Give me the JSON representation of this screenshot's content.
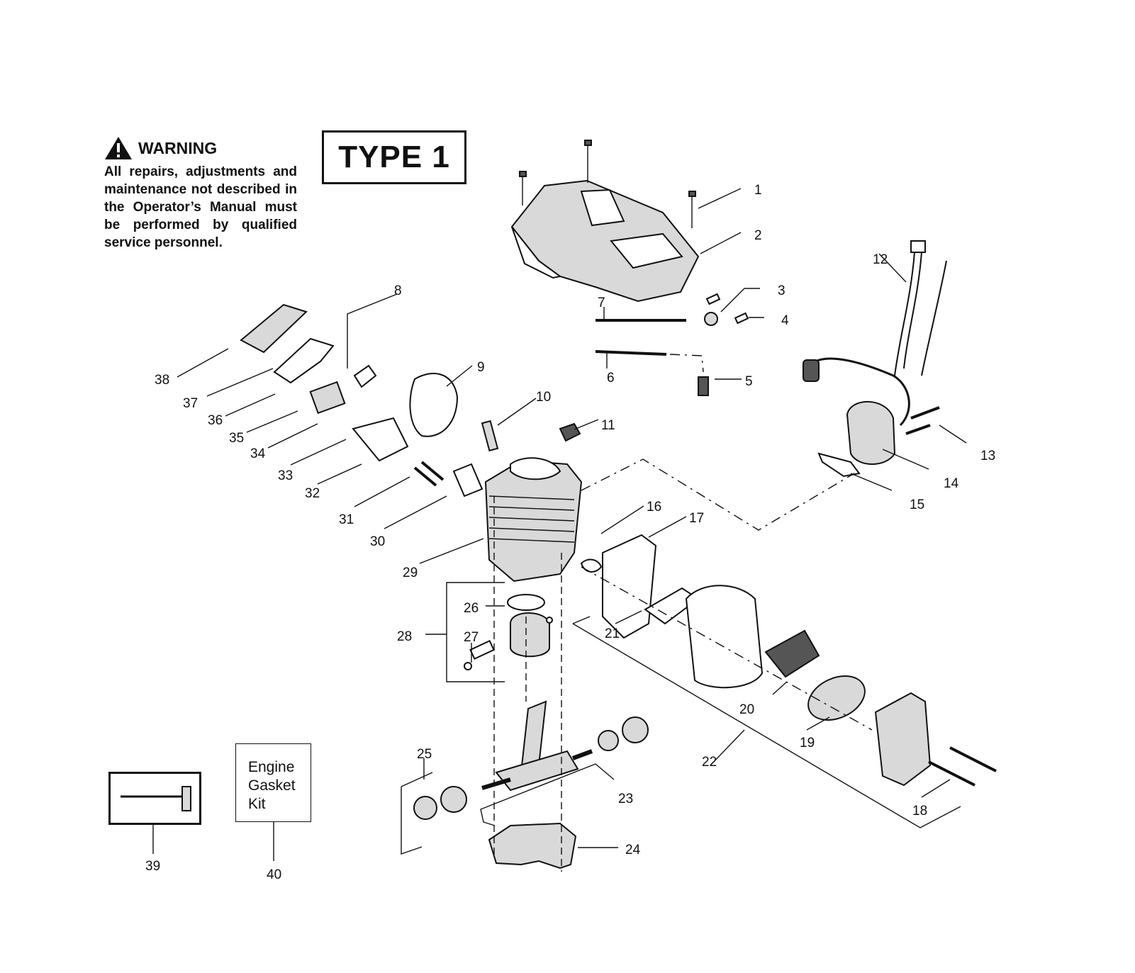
{
  "warning": {
    "heading": "WARNING",
    "body": "All repairs, adjustments and maintenance not described in the Operator’s Manual must be performed by qualified service personnel."
  },
  "type_label": "TYPE 1",
  "kit": {
    "line1": "Engine",
    "line2": "Gasket",
    "line3": "Kit"
  },
  "callouts": {
    "c1": "1",
    "c2": "2",
    "c3": "3",
    "c4": "4",
    "c5": "5",
    "c6": "6",
    "c7": "7",
    "c8": "8",
    "c9": "9",
    "c10": "10",
    "c11": "11",
    "c12": "12",
    "c13": "13",
    "c14": "14",
    "c15": "15",
    "c16": "16",
    "c17": "17",
    "c18": "18",
    "c19": "19",
    "c20": "20",
    "c21": "21",
    "c22": "22",
    "c23": "23",
    "c24": "24",
    "c25": "25",
    "c26": "26",
    "c27": "27",
    "c28": "28",
    "c29": "29",
    "c30": "30",
    "c31": "31",
    "c32": "32",
    "c33": "33",
    "c34": "34",
    "c35": "35",
    "c36": "36",
    "c37": "37",
    "c38": "38",
    "c39": "39",
    "c40": "40"
  }
}
